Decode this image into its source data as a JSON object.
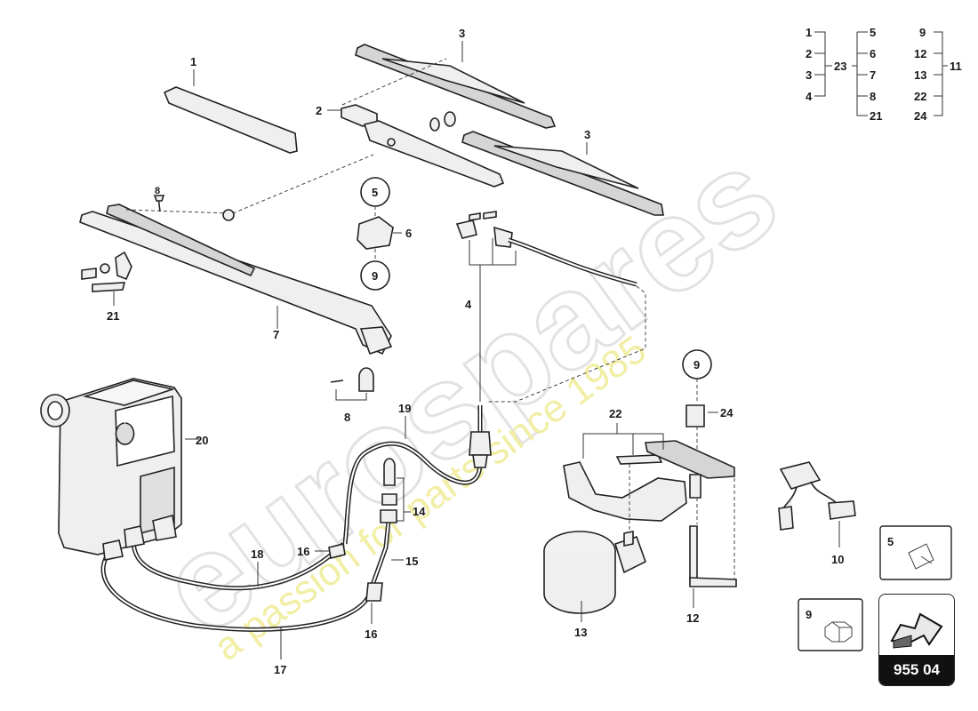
{
  "watermark": {
    "brand": "eurospares",
    "tagline": "a passion for parts since 1985"
  },
  "callouts": [
    "1",
    "2",
    "3",
    "3",
    "4",
    "5",
    "6",
    "7",
    "8",
    "8",
    "9",
    "9",
    "10",
    "12",
    "13",
    "14",
    "15",
    "16",
    "16",
    "17",
    "18",
    "19",
    "20",
    "21",
    "22",
    "24"
  ],
  "legend": {
    "group_23": {
      "total": "23",
      "parts": [
        "1",
        "2",
        "3",
        "4"
      ]
    },
    "group_21": {
      "total": "21",
      "parts": [
        "5",
        "6",
        "7",
        "8"
      ]
    },
    "group_11": {
      "total": "11",
      "parts": [
        "9",
        "12",
        "13",
        "22",
        "24"
      ]
    }
  },
  "detail_boxes": [
    {
      "number": "5",
      "icon": "screw-icon"
    },
    {
      "number": "9",
      "icon": "nut-icon"
    }
  ],
  "page_number": "955 04"
}
